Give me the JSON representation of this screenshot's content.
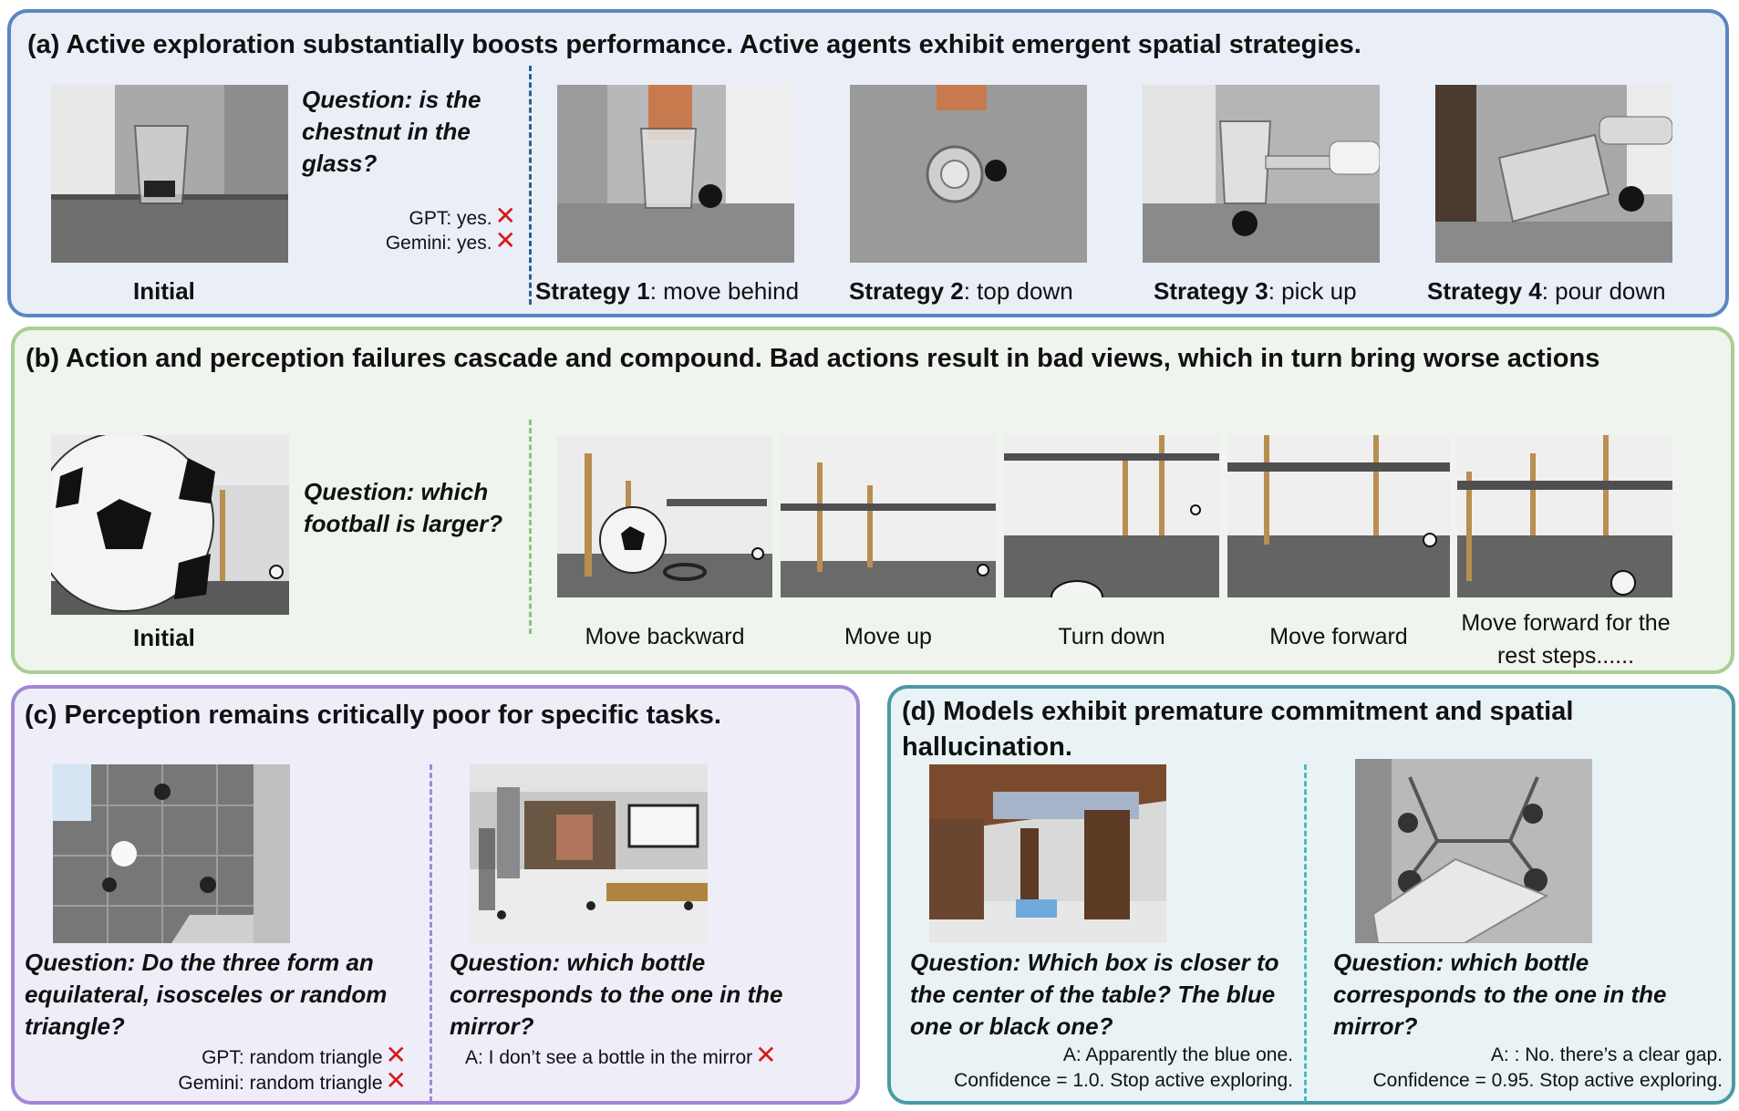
{
  "panel_a": {
    "title": "(a) Active exploration substantially boosts performance. Active agents exhibit emergent spatial strategies.",
    "initial_label": "Initial",
    "question": "Question: is the chestnut in the glass?",
    "answers": [
      {
        "text": "GPT: yes.",
        "mark": "✕"
      },
      {
        "text": "Gemini: yes.",
        "mark": "✕"
      }
    ],
    "strategies": [
      {
        "bold": "Strategy 1",
        "rest": ": move behind"
      },
      {
        "bold": "Strategy 2",
        "rest": ": top down"
      },
      {
        "bold": "Strategy 3",
        "rest": ": pick up"
      },
      {
        "bold": "Strategy 4",
        "rest": ": pour down"
      }
    ]
  },
  "panel_b": {
    "title": "(b) Action and perception failures cascade and compound. Bad actions result in bad views, which in turn bring worse actions",
    "initial_label": "Initial",
    "question": "Question: which football is larger?",
    "captions": [
      "Move backward",
      "Move up",
      "Turn down",
      "Move forward",
      "Move forward for the rest steps......"
    ]
  },
  "panel_c": {
    "title": "(c) Perception remains critically poor for specific tasks.",
    "left_question": "Question: Do the three form an equilateral, isosceles or random triangle?",
    "left_answers": [
      {
        "text": "GPT: random triangle",
        "mark": "✕"
      },
      {
        "text": "Gemini: random triangle",
        "mark": "✕"
      }
    ],
    "right_question": "Question: which bottle corresponds to the one in the mirror?",
    "right_answer": {
      "text": "A: I don’t see a bottle in the mirror",
      "mark": "✕"
    }
  },
  "panel_d": {
    "title": "(d) Models exhibit premature commitment and spatial hallucination.",
    "left_question": "Question: Which box is closer to the center of the table? The blue one or black one?",
    "left_answer_lines": [
      "A: Apparently the blue one.",
      "Confidence = 1.0. Stop active exploring."
    ],
    "right_question": "Question: which bottle corresponds to the one in the mirror?",
    "right_answer_lines": [
      "A: : No. there’s a clear gap.",
      "Confidence = 0.95. Stop active exploring."
    ]
  },
  "colors": {
    "panel_a_border": "#5a86c4",
    "panel_b_border": "#a8cf94",
    "panel_c_border": "#a187d6",
    "panel_d_border": "#4b9aa3",
    "cross_mark": "#d21b1b"
  }
}
